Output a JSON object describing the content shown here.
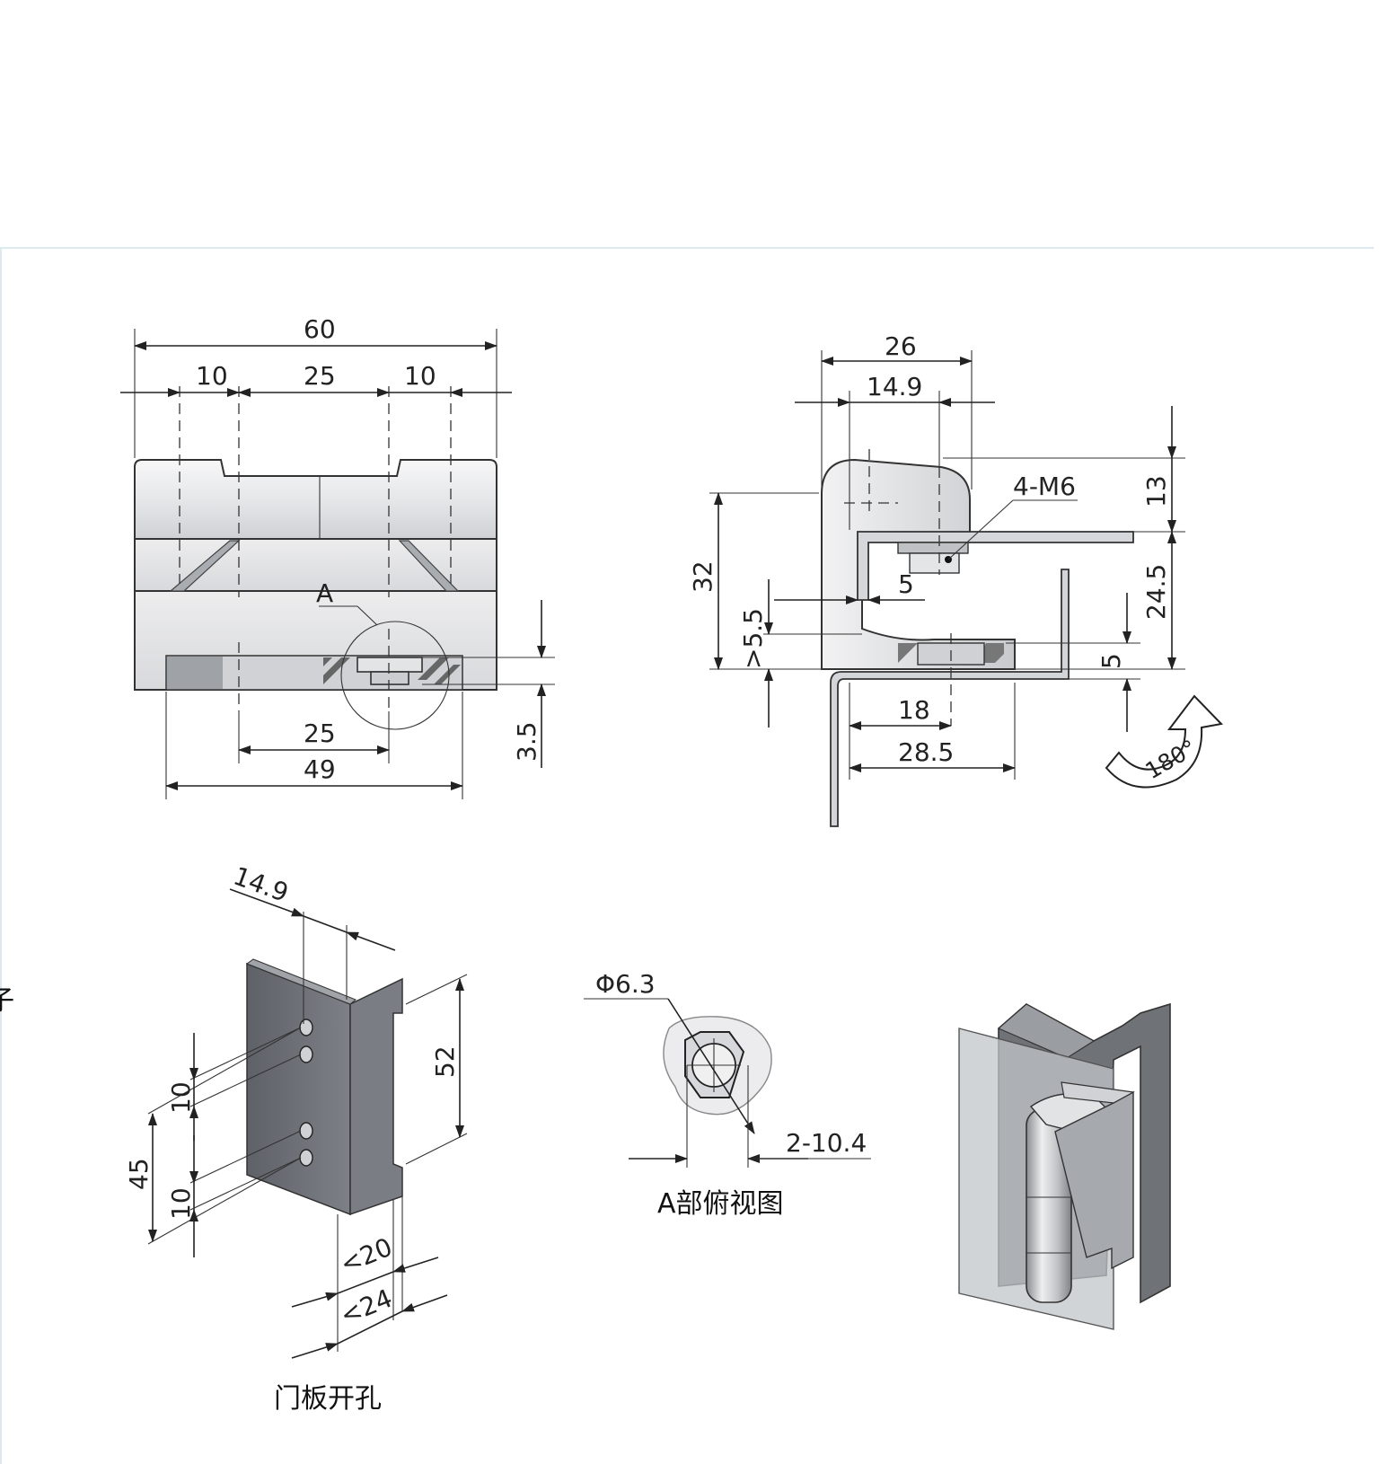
{
  "colors": {
    "line": "#222222",
    "metal_light": "#e9eaec",
    "metal_mid": "#c9cbcf",
    "metal_dark": "#6e7177",
    "panel_glass": "#c4c7cb",
    "separator": "#dce9ef"
  },
  "front_view": {
    "total_width": "60",
    "seg_left": "10",
    "seg_mid": "25",
    "seg_right": "10",
    "detail_label": "A",
    "bottom_inner": "25",
    "bottom_total": "49",
    "offset": "3.5"
  },
  "side_view": {
    "width_26": "26",
    "width_14_9": "14.9",
    "thread": "4-M6",
    "height_13": "13",
    "height_24_5": "24.5",
    "height_32": "32",
    "gap_5_top": "5",
    "min_5_5": ">5.5",
    "gap_5_right": "5",
    "width_18": "18",
    "width_28_5": "28.5",
    "rotation": "180°"
  },
  "door_cutout": {
    "offset_14_9": "14.9",
    "height_52": "52",
    "spacing_10_top": "10",
    "span_45": "45",
    "spacing_10_bottom": "10",
    "lt_20": "<20",
    "lt_24": "<24",
    "caption": "门板开孔"
  },
  "detail_a": {
    "hole_dia": "Φ6.3",
    "slot": "2-10.4",
    "caption": "A部俯视图"
  },
  "edge_fragment": "子"
}
